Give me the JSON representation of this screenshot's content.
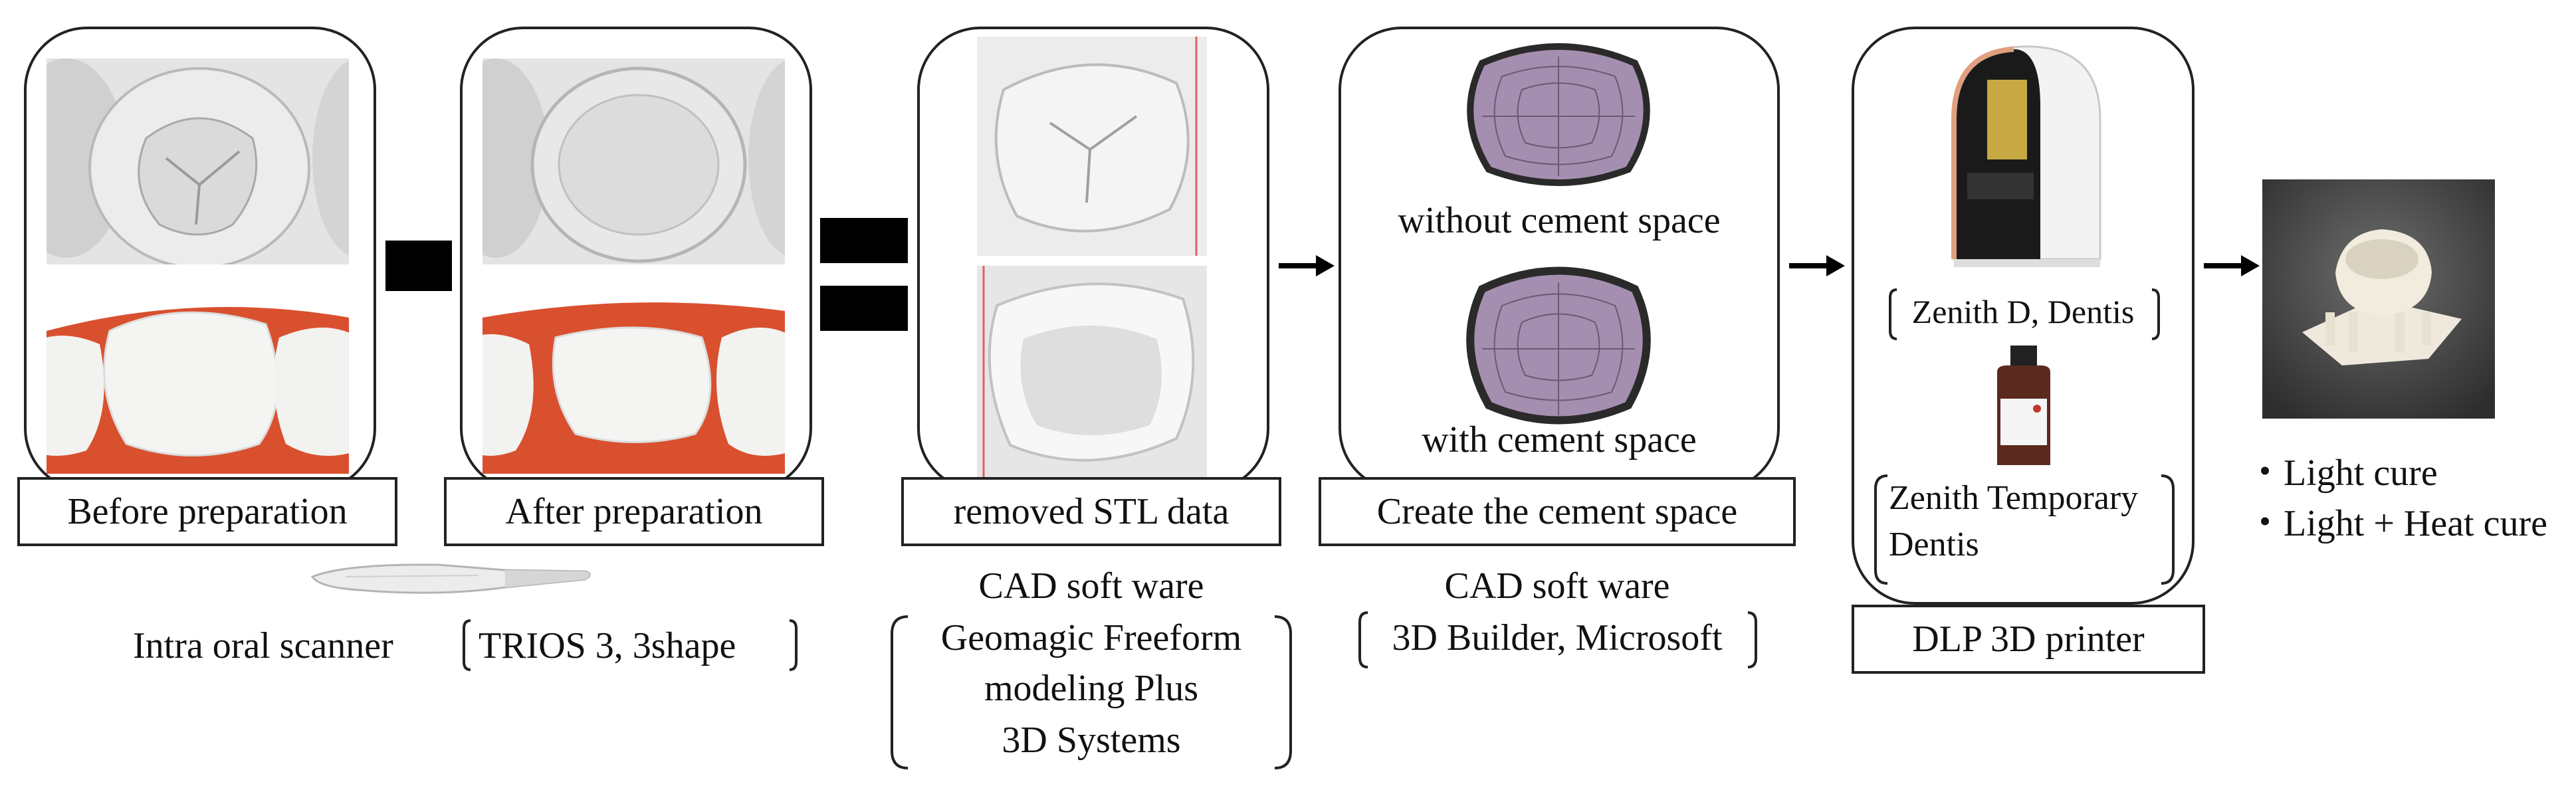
{
  "steps": {
    "before": {
      "label": "Before preparation"
    },
    "after": {
      "label": "After preparation"
    },
    "removed": {
      "label": "removed STL data"
    },
    "cement": {
      "label": "Create the cement space",
      "top_caption": "without cement space",
      "bottom_caption": "with cement space"
    },
    "printer": {
      "label": "DLP 3D printer",
      "device_caption": "Zenith D, Dentis",
      "resin_caption_line1": "Zenith Temporary",
      "resin_caption_line2": "Dentis"
    },
    "result": {
      "bullet1": "・Light cure",
      "bullet2": "・Light + Heat cure"
    }
  },
  "scanner": {
    "caption_prefix": "Intra oral scanner",
    "caption_bracket": "TRIOS 3, 3shape"
  },
  "cad1": {
    "title": "CAD soft ware",
    "line1": "Geomagic Freeform",
    "line2": "modeling Plus",
    "line3": "3D Systems"
  },
  "cad2": {
    "title": "CAD soft ware",
    "bracket": "3D Builder, Microsoft"
  },
  "icons": {
    "minus": "minus-icon",
    "equals": "equals-icon",
    "arrow": "right-arrow-icon"
  },
  "colors": {
    "gum": "#d9502f",
    "tooth": "#f2f2f0",
    "scan": "#cfcfcf",
    "mesh": "#a58fb0",
    "printer_accent": "#e0a080"
  }
}
